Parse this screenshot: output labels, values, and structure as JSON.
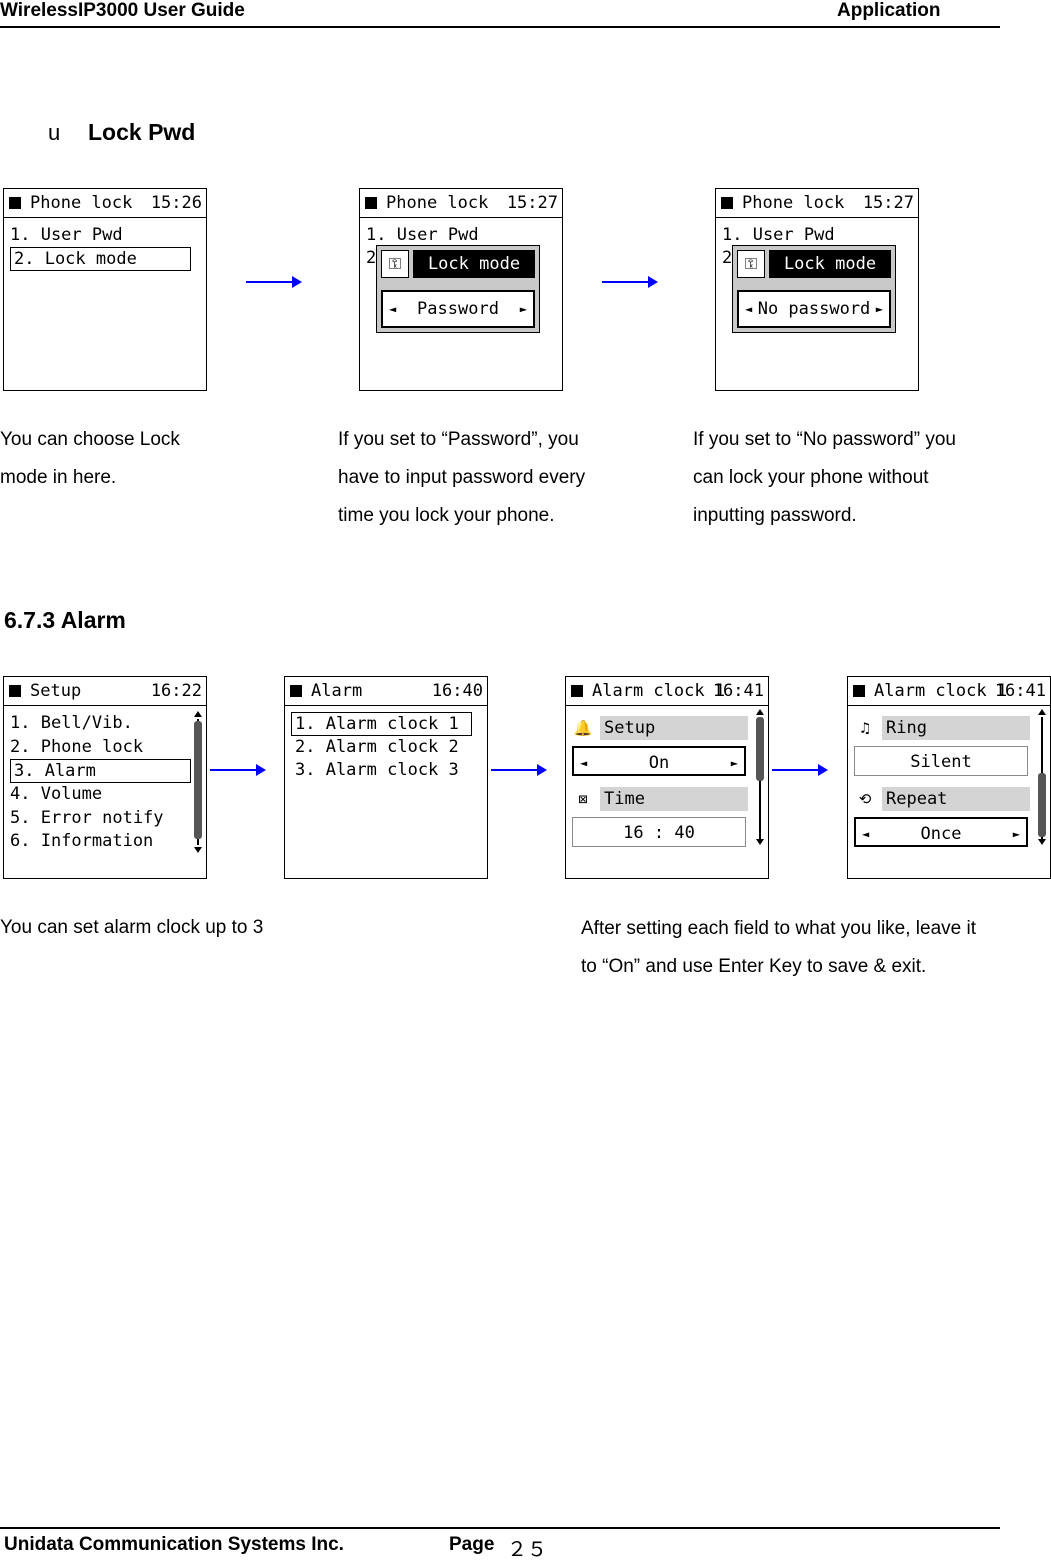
{
  "header": {
    "left": "WirelessIP3000 User Guide",
    "right": "Application"
  },
  "lockpwd": {
    "bullet": "u",
    "heading": "Lock Pwd",
    "screens": [
      {
        "title": "Phone lock",
        "time": "15:26",
        "items": [
          "1. User Pwd",
          "2. Lock mode"
        ]
      },
      {
        "title": "Phone lock",
        "time": "15:27",
        "items": [
          "1. User Pwd",
          "2"
        ],
        "popup_title": "Lock mode",
        "popup_value": "Password"
      },
      {
        "title": "Phone lock",
        "time": "15:27",
        "items": [
          "1. User Pwd",
          "2"
        ],
        "popup_title": "Lock mode",
        "popup_value": "No password"
      }
    ],
    "captions": [
      [
        "You can choose Lock",
        "mode in here."
      ],
      [
        "If you set to “Password”, you",
        "have to input password every",
        "time you lock your phone."
      ],
      [
        "If you set to “No password” you",
        "can lock your phone without",
        "inputting password."
      ]
    ]
  },
  "alarm": {
    "heading": "6.7.3 Alarm",
    "setup": {
      "title": "Setup",
      "time": "16:22",
      "items": [
        "1. Bell/Vib.",
        "2. Phone lock",
        "3. Alarm",
        "4. Volume",
        "5. Error notify",
        "6. Information"
      ]
    },
    "list": {
      "title": "Alarm",
      "time": "16:40",
      "items": [
        "1. Alarm clock 1",
        "2. Alarm clock 2",
        "3. Alarm clock 3"
      ]
    },
    "clock1": {
      "title": "Alarm clock 1",
      "time": "16:41",
      "f1": "Setup",
      "v1": "On",
      "f2": "Time",
      "v2": "16 : 40"
    },
    "clock2": {
      "title": "Alarm clock 1",
      "time": "16:41",
      "f1": "Ring",
      "v1": "Silent",
      "f2": "Repeat",
      "v2": "Once"
    },
    "caption_left": "You can set alarm clock up to 3",
    "caption_right": [
      "After setting each field to what you like, leave it",
      "to “On” and use Enter Key to save & exit."
    ]
  },
  "icons": {
    "left": "◄",
    "right": "►",
    "key": "⚿",
    "bell": "🔔",
    "clock": "⊠",
    "note": "♫",
    "repeat": "⟲"
  },
  "footer": {
    "company": "Unidata Communication Systems Inc.",
    "page_label": "Page",
    "page_num": "２５"
  },
  "colors": {
    "arrow": "#0000ff"
  }
}
